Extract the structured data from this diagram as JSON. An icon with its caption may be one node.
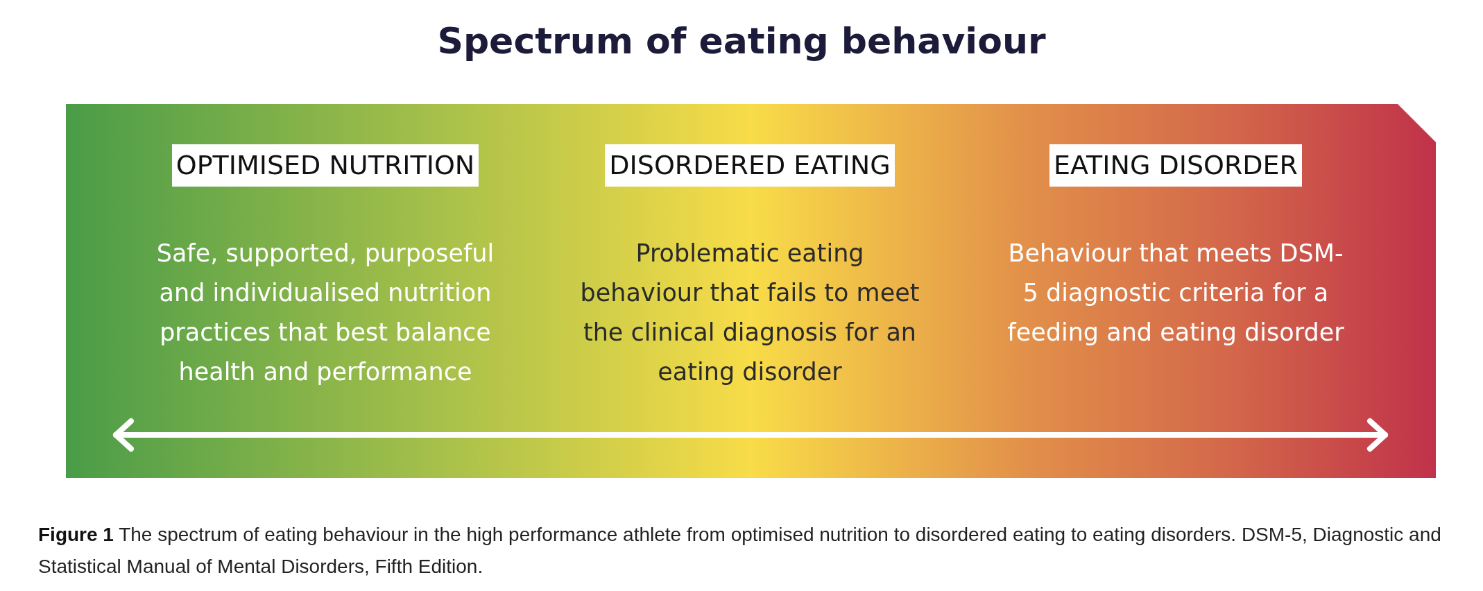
{
  "diagram": {
    "title": "Spectrum of eating behaviour",
    "nodes": [
      {
        "text": [],
        "shape": "bar"
      },
      {
        "text": [
          "OPTIMISED NUTRITION",
          "Safe, supported, purposeful and individualised nutrition practices that best balance health and performance"
        ],
        "in": 0
      },
      {
        "text": [
          "DISORDERED EATING",
          "Problematic eating behaviour that fails to meet the clinical diagnosis for an eating disorder"
        ],
        "in": 0
      },
      {
        "text": [
          "EATING DISORDER",
          "Behaviour that meets DSM-5 diagnostic criteria for a feeding and eating disorder"
        ],
        "in": 0
      }
    ],
    "caption": "**Figure 1**  The spectrum of eating behaviour in the high performance athlete from optimised nutrition to disordered eating to eating disorders. DSM-5, Diagnostic and Statistical Manual of Mental Disorders, Fifth Edition."
  }
}
